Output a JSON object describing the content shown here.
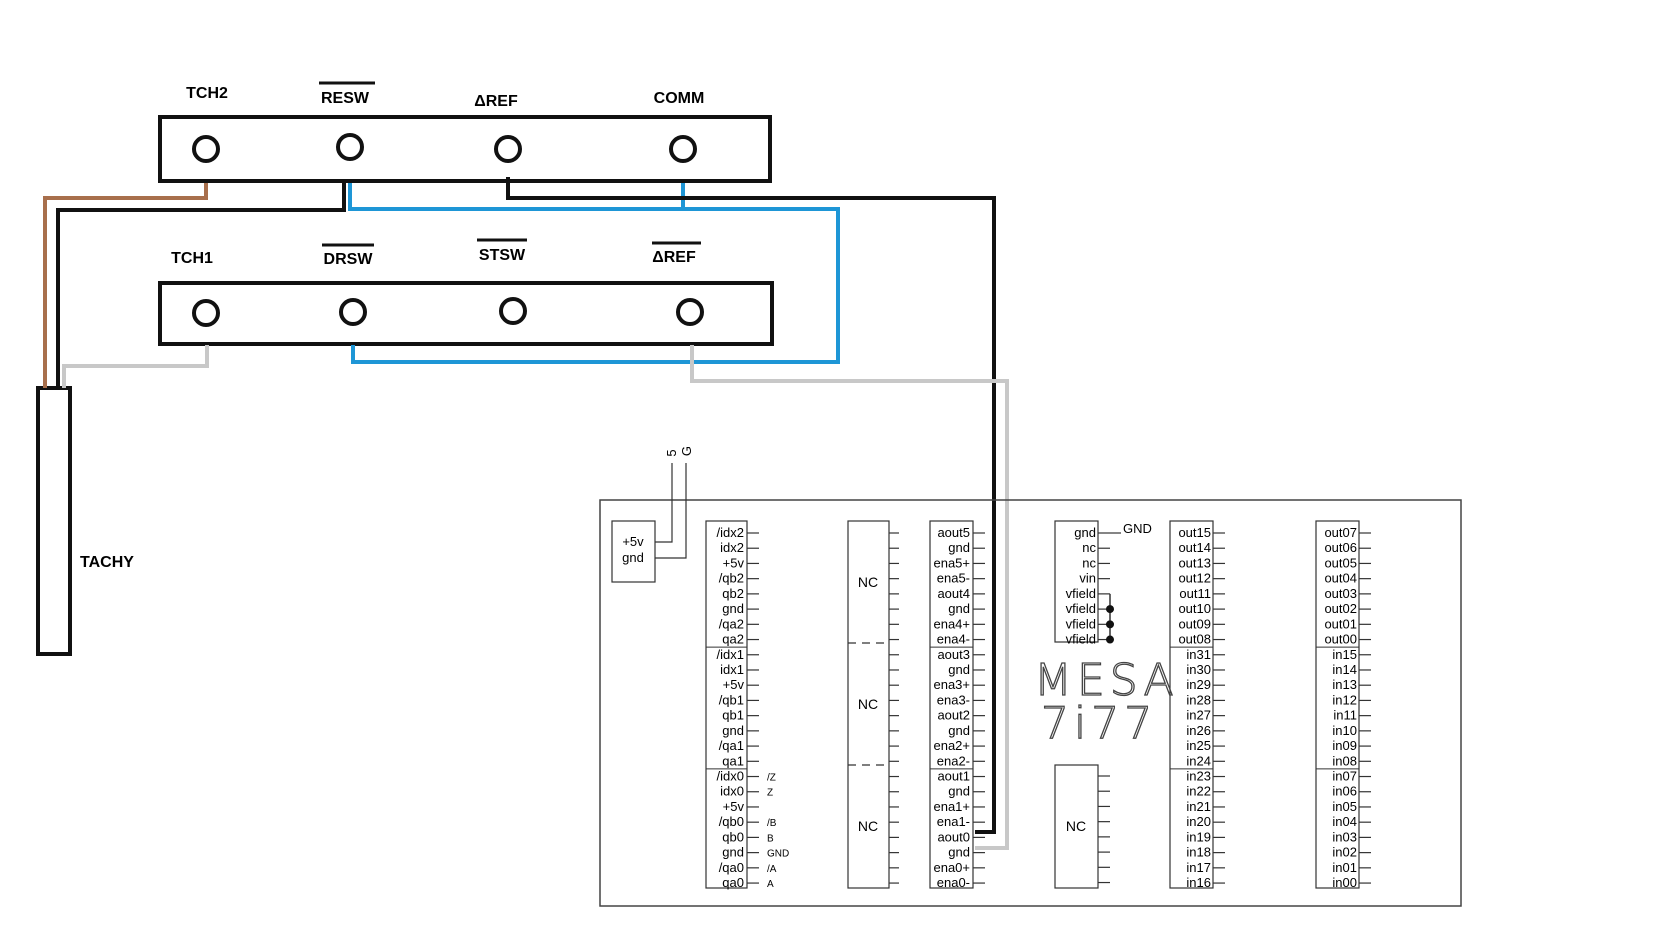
{
  "top_connector": {
    "labels": [
      {
        "text": "TCH2",
        "overline": false
      },
      {
        "text": "RESW",
        "overline": true
      },
      {
        "text": "ΔREF",
        "overline": false
      },
      {
        "text": "COMM",
        "overline": false
      }
    ]
  },
  "bottom_connector": {
    "labels": [
      {
        "text": "TCH1",
        "overline": false
      },
      {
        "text": "DRSW",
        "overline": true
      },
      {
        "text": "STSW",
        "overline": true
      },
      {
        "text": "ΔREF",
        "overline": true
      }
    ]
  },
  "tachy": {
    "label": "TACHY"
  },
  "power_block": {
    "pins": [
      "+5v",
      "gnd"
    ],
    "lead_labels": [
      "5",
      "G"
    ]
  },
  "encoder_header": {
    "pins": [
      "/idx2",
      "idx2",
      "+5v",
      "/qb2",
      "qb2",
      "gnd",
      "/qa2",
      "qa2",
      "/idx1",
      "idx1",
      "+5v",
      "/qb1",
      "qb1",
      "gnd",
      "/qa1",
      "qa1",
      "/idx0",
      "idx0",
      "+5v",
      "/qb0",
      "qb0",
      "gnd",
      "/qa0",
      "qa0"
    ],
    "notes": [
      "/Z",
      "Z",
      "",
      "/B",
      "B",
      "GND",
      "/A",
      "A"
    ]
  },
  "nc_label": "NC",
  "analog_header": {
    "pins": [
      "aout5",
      "gnd",
      "ena5+",
      "ena5-",
      "aout4",
      "gnd",
      "ena4+",
      "ena4-",
      "aout3",
      "gnd",
      "ena3+",
      "ena3-",
      "aout2",
      "gnd",
      "ena2+",
      "ena2-",
      "aout1",
      "gnd",
      "ena1+",
      "ena1-",
      "aout0",
      "gnd",
      "ena0+",
      "ena0-"
    ]
  },
  "field_header": {
    "pins": [
      "gnd",
      "nc",
      "nc",
      "vin",
      "vfield",
      "vfield",
      "vfield",
      "vfield"
    ],
    "gnd_note": "GND"
  },
  "logo": {
    "line1": "MESA",
    "line2": "7i77"
  },
  "io_header_a": {
    "pins": [
      "out15",
      "out14",
      "out13",
      "out12",
      "out11",
      "out10",
      "out09",
      "out08",
      "in31",
      "in30",
      "in29",
      "in28",
      "in27",
      "in26",
      "in25",
      "in24",
      "in23",
      "in22",
      "in21",
      "in20",
      "in19",
      "in18",
      "in17",
      "in16"
    ]
  },
  "io_header_b": {
    "pins": [
      "out07",
      "out06",
      "out05",
      "out04",
      "out03",
      "out02",
      "out01",
      "out00",
      "in15",
      "in14",
      "in13",
      "in12",
      "in11",
      "in10",
      "in09",
      "in08",
      "in07",
      "in06",
      "in05",
      "in04",
      "in03",
      "in02",
      "in01",
      "in00"
    ]
  },
  "colors": {
    "wire_black": "#111111",
    "wire_blue": "#1e96d6",
    "wire_brown": "#a86f4c",
    "wire_gray": "#c8c8c8",
    "outline": "#222222"
  }
}
